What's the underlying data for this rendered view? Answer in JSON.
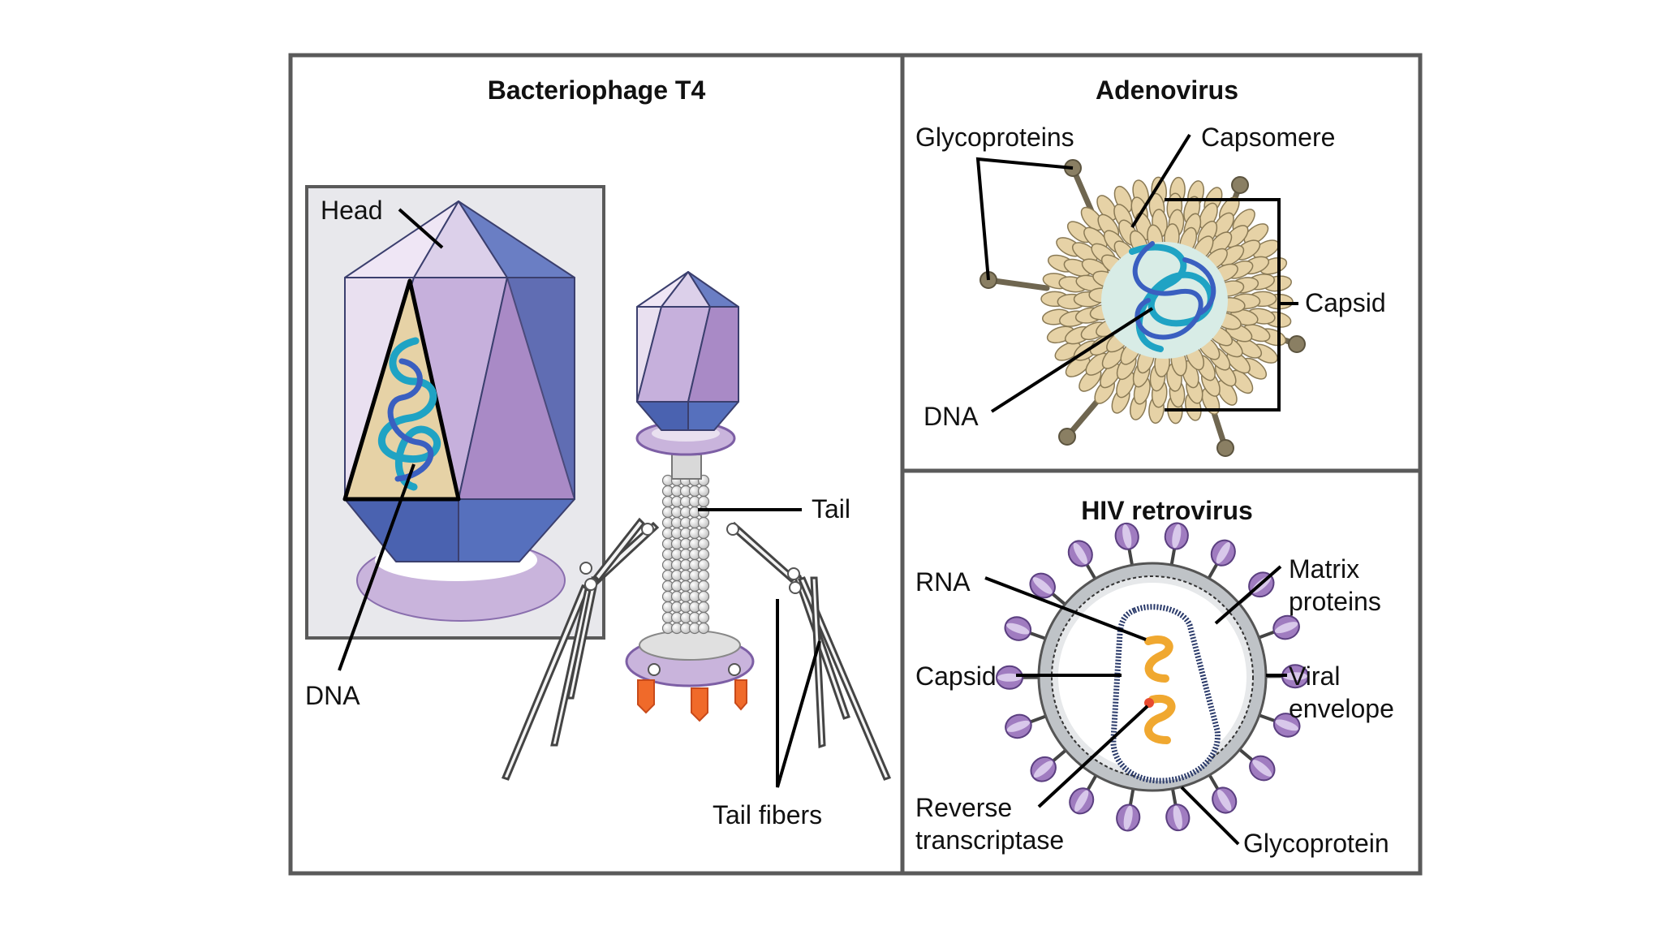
{
  "panels": {
    "t4": {
      "title": "Bacteriophage T4",
      "labels": {
        "head": "Head",
        "dna": "DNA",
        "tail": "Tail",
        "tail_fibers": "Tail fibers"
      }
    },
    "adeno": {
      "title": "Adenovirus",
      "labels": {
        "glycoproteins": "Glycoproteins",
        "capsomere": "Capsomere",
        "capsid": "Capsid",
        "dna": "DNA"
      }
    },
    "hiv": {
      "title": "HIV retrovirus",
      "labels": {
        "rna": "RNA",
        "matrix_line1": "Matrix",
        "matrix_line2": "proteins",
        "capsid": "Capsid",
        "envelope_line1": "Viral",
        "envelope_line2": "envelope",
        "rt_line1": "Reverse",
        "rt_line2": "transcriptase",
        "glycoprotein": "Glycoprotein"
      }
    }
  },
  "colors": {
    "border": "#5a5a5a",
    "inset_bg": "#e8e8ec",
    "light_purple": "#c9b4dc",
    "mid_purple": "#a98ac6",
    "lavender": "#e9e0f0",
    "blue": "#5468b0",
    "dna_cyan": "#1fa3c4",
    "dna_blue": "#3a5fc0",
    "tan": "#e6d2a6",
    "fiber_orange": "#f06a2a",
    "envelope_gray": "#bfc3c7",
    "rna_orange": "#f0a830"
  }
}
